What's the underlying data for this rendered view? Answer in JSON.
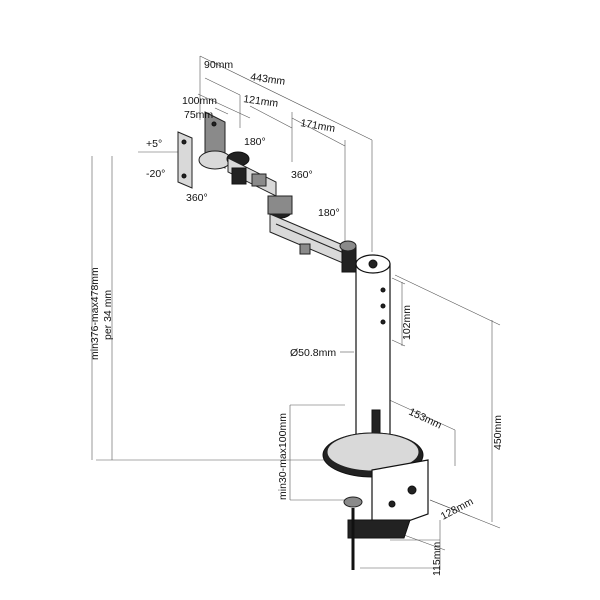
{
  "labels": {
    "d90": "90mm",
    "d443": "443mm",
    "d100": "100mm",
    "d121": "121mm",
    "d75": "75mm",
    "d171": "171mm",
    "rot180a": "180°",
    "plus5": "+5°",
    "minus20": "-20°",
    "rot360a": "360°",
    "rot360b": "360°",
    "rot180b": "180°",
    "height_range": "min376-max478mm",
    "per34": "per 34 mm",
    "d102": "102mm",
    "pole_dia": "Ø50.8mm",
    "d153": "153mm",
    "d450": "450mm",
    "clamp_range": "min30-max100mm",
    "d128": "128mm",
    "d115": "115mm"
  },
  "colors": {
    "line": "#555555",
    "part": "#111111",
    "dark": "#222222",
    "mid": "#8a8a8a",
    "light": "#d9d9d9"
  }
}
